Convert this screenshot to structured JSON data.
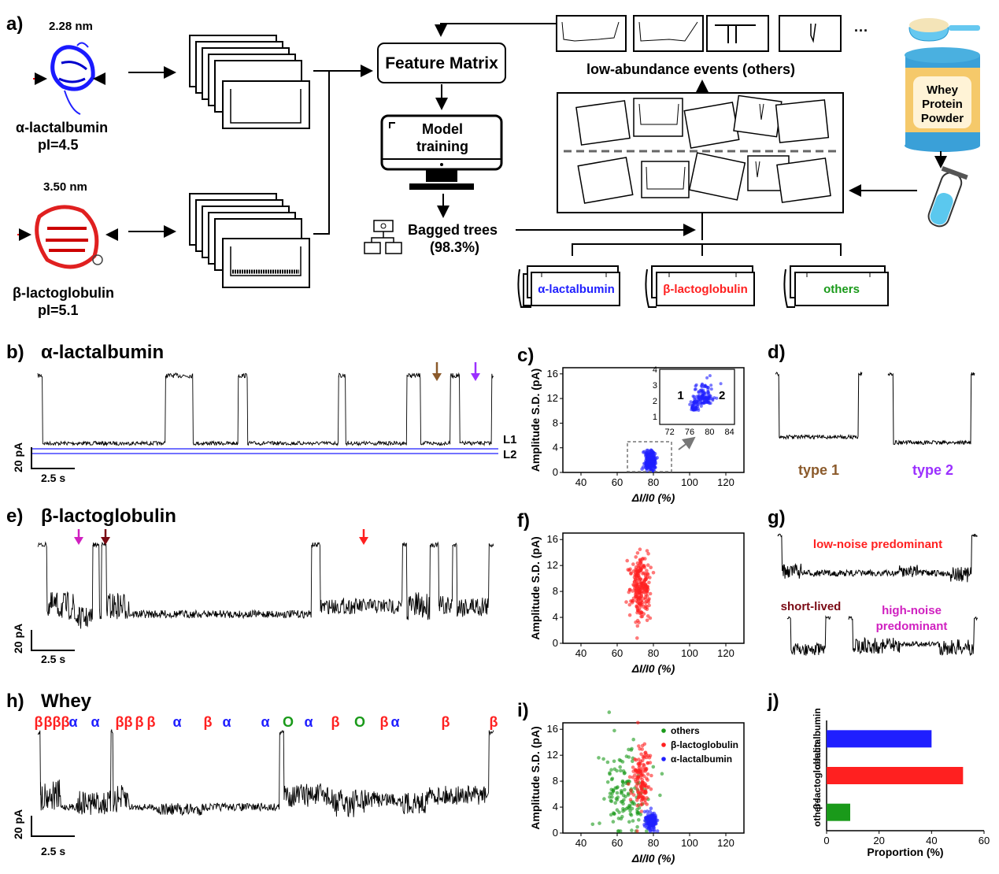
{
  "panel_a": {
    "label": "a)",
    "protein1": {
      "size": "2.28 nm",
      "name": "α-lactalbumin",
      "pi": "pI=4.5"
    },
    "protein2": {
      "size": "3.50 nm",
      "name": "β-lactoglobulin",
      "pi": "pI=5.1"
    },
    "feature_matrix": "Feature Matrix",
    "model_training_1": "Model",
    "model_training_2": "training",
    "bagged_trees": "Bagged trees",
    "accuracy": "(98.3%)",
    "low_abundance": "low-abundance events (others)",
    "ellipsis": "···",
    "whey_1": "Whey",
    "whey_2": "Protein",
    "whey_3": "Powder",
    "class_alpha": "α-lactalbumin",
    "class_beta": "β-lactoglobulin",
    "class_others": "others"
  },
  "panel_b": {
    "label": "b)",
    "title": "α-lactalbumin",
    "scale_current": "20 pA",
    "scale_time": "2.5 s",
    "level1": "L1",
    "level2": "L2"
  },
  "panel_d": {
    "label": "d)",
    "type1": "type 1",
    "type2": "type 2"
  },
  "panel_e": {
    "label": "e)",
    "title": "β-lactoglobulin",
    "scale_current": "20 pA",
    "scale_time": "2.5 s"
  },
  "panel_g": {
    "label": "g)",
    "low_noise": "low-noise predominant",
    "short_lived": "short-lived",
    "high_noise_1": "high-noise",
    "high_noise_2": "predominant"
  },
  "panel_h": {
    "label": "h)",
    "title": "Whey",
    "scale_current": "20 pA",
    "scale_time": "2.5 s",
    "event_labels": [
      {
        "t": "β",
        "c": "red"
      },
      {
        "t": "β",
        "c": "red"
      },
      {
        "t": "β",
        "c": "red"
      },
      {
        "t": "β",
        "c": "red"
      },
      {
        "t": "α",
        "c": "blue"
      },
      {
        "t": "α",
        "c": "blue"
      },
      {
        "t": "β",
        "c": "red"
      },
      {
        "t": "β",
        "c": "red"
      },
      {
        "t": "β",
        "c": "red"
      },
      {
        "t": "β",
        "c": "red"
      },
      {
        "t": "α",
        "c": "blue"
      },
      {
        "t": "β",
        "c": "red"
      },
      {
        "t": "α",
        "c": "blue"
      },
      {
        "t": "α",
        "c": "blue"
      },
      {
        "t": "O",
        "c": "green"
      },
      {
        "t": "α",
        "c": "blue"
      },
      {
        "t": "β",
        "c": "red"
      },
      {
        "t": "O",
        "c": "green"
      },
      {
        "t": "β",
        "c": "red"
      },
      {
        "t": "α",
        "c": "blue"
      },
      {
        "t": "β",
        "c": "red"
      },
      {
        "t": "β",
        "c": "red"
      }
    ]
  },
  "colors": {
    "alpha": "#1f1fff",
    "beta": "#ff2020",
    "others": "#1a9a1a",
    "type1": "#8B5A2B",
    "type2": "#9b30ff",
    "magenta": "#d020c0",
    "darkred": "#7a0a14"
  },
  "chart_data": [
    {
      "id": "c",
      "label": "c)",
      "type": "scatter",
      "xlabel": "ΔI/I0 (%)",
      "ylabel": "Amplitude S.D. (pA)",
      "xlim": [
        30,
        130
      ],
      "ylim": [
        0,
        17
      ],
      "xticks": [
        40,
        60,
        80,
        100,
        120
      ],
      "yticks": [
        0,
        4,
        8,
        12,
        16
      ],
      "series": [
        {
          "color": "#1f1fff",
          "points_center": [
            78,
            2
          ],
          "spread": [
            1.5,
            0.8
          ]
        }
      ],
      "inset": {
        "xlim": [
          70,
          85
        ],
        "ylim": [
          0.5,
          4
        ],
        "xticks": [
          72,
          76,
          80,
          84
        ],
        "yticks": [
          1,
          2,
          3,
          4
        ],
        "cluster_labels": [
          "1",
          "2"
        ],
        "clusters": [
          {
            "center": [
              77,
              1.4
            ],
            "spread": [
              0.5,
              0.4
            ]
          },
          {
            "center": [
              79,
              1.8
            ],
            "spread": [
              0.9,
              0.6
            ]
          }
        ]
      }
    },
    {
      "id": "f",
      "label": "f)",
      "type": "scatter",
      "xlabel": "ΔI/I0 (%)",
      "ylabel": "Amplitude S.D. (pA)",
      "xlim": [
        30,
        130
      ],
      "ylim": [
        0,
        17
      ],
      "xticks": [
        40,
        60,
        80,
        100,
        120
      ],
      "yticks": [
        0,
        4,
        8,
        12,
        16
      ],
      "series": [
        {
          "color": "#ff2020",
          "points_center": [
            73,
            8.5
          ],
          "spread": [
            3,
            2.5
          ]
        }
      ]
    },
    {
      "id": "i",
      "label": "i)",
      "type": "scatter",
      "xlabel": "ΔI/I0 (%)",
      "ylabel": "Amplitude S.D. (pA)",
      "xlim": [
        30,
        130
      ],
      "ylim": [
        0,
        17
      ],
      "xticks": [
        40,
        60,
        80,
        100,
        120
      ],
      "yticks": [
        0,
        4,
        8,
        12,
        16
      ],
      "legend": [
        "others",
        "β-lactoglobulin",
        "α-lactalbumin"
      ],
      "series": [
        {
          "name": "others",
          "color": "#1a9a1a",
          "points_center": [
            65,
            6
          ],
          "spread": [
            7,
            3.5
          ]
        },
        {
          "name": "β-lactoglobulin",
          "color": "#ff2020",
          "points_center": [
            73,
            8.5
          ],
          "spread": [
            2.5,
            2.5
          ]
        },
        {
          "name": "α-lactalbumin",
          "color": "#1f1fff",
          "points_center": [
            79,
            1.8
          ],
          "spread": [
            1.5,
            0.7
          ]
        }
      ]
    },
    {
      "id": "j",
      "label": "j)",
      "type": "bar",
      "xlabel": "Proportion (%)",
      "xlim": [
        0,
        60
      ],
      "xticks": [
        0,
        20,
        40,
        60
      ],
      "categories": [
        "α-lactalbumin",
        "β-lactoglobulin",
        "others"
      ],
      "values": [
        40,
        52,
        9
      ],
      "colors": [
        "#1f1fff",
        "#ff2020",
        "#1a9a1a"
      ]
    }
  ]
}
